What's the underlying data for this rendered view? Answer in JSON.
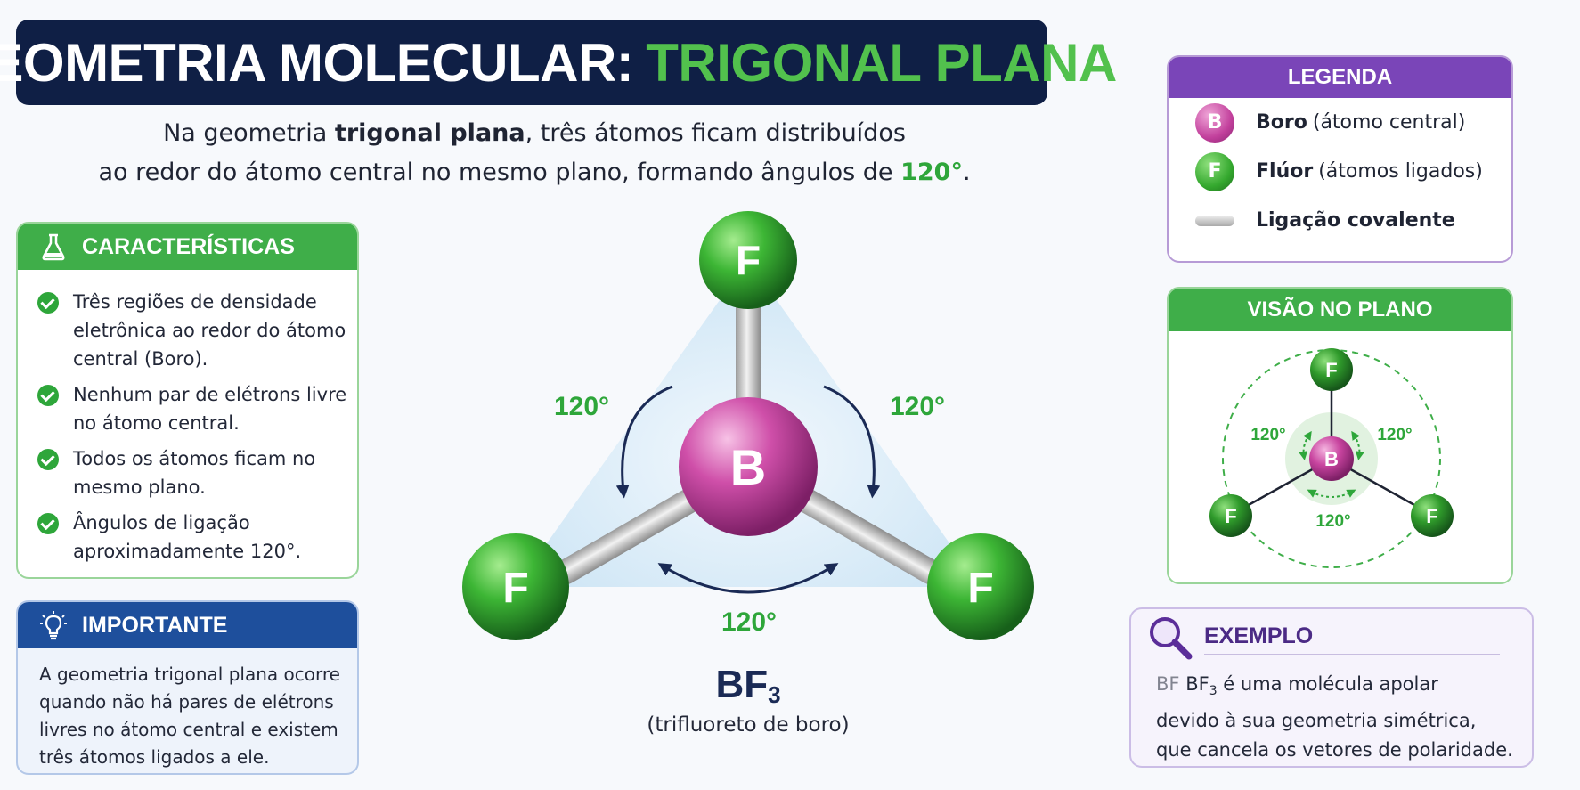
{
  "title": {
    "part1": "GEOMETRIA MOLECULAR:",
    "part2": "TRIGONAL PLANA"
  },
  "intro": {
    "line1_a": "Na geometria ",
    "line1_b": "trigonal plana",
    "line1_c": ", três átomos ficam distribuídos",
    "line2_a": "ao redor do átomo central no mesmo plano, formando ângulos de ",
    "line2_b": "120°",
    "line2_c": "."
  },
  "caracteristicas": {
    "title": "CARACTERÍSTICAS",
    "items": [
      "Três regiões de densidade eletrônica ao redor do átomo central (Boro).",
      "Nenhum par de elétrons livre no átomo central.",
      "Todos os átomos ficam no mesmo plano.",
      "Ângulos de ligação aproximadamente 120°."
    ]
  },
  "importante": {
    "title": "IMPORTANTE",
    "text": "A geometria trigonal plana ocorre quando não há pares de elétrons livres no átomo central e existem três átomos ligados a ele."
  },
  "molecule": {
    "central": "B",
    "ligand": "F",
    "angle_label": "120°",
    "formula_main": "BF",
    "formula_sub": "3",
    "name": "(trifluoreto de boro)"
  },
  "legenda": {
    "title": "LEGENDA",
    "boro_symbol": "B",
    "boro_name": "Boro",
    "boro_desc": "(átomo central)",
    "fluor_symbol": "F",
    "fluor_name": "Flúor",
    "fluor_desc": "(átomos ligados)",
    "bond_label": "Ligação covalente"
  },
  "visao": {
    "title": "VISÃO NO PLANO",
    "central": "B",
    "ligand": "F",
    "angle_label": "120°"
  },
  "exemplo": {
    "title": "EXEMPLO",
    "prefix": "BF",
    "formula_main": "BF",
    "formula_sub": "3",
    "text_rest": " é uma molécula apolar",
    "line2": "devido à sua geometria simétrica,",
    "line3": "que cancela os vetores de polaridade."
  },
  "colors": {
    "navy": "#0f1f45",
    "green": "#3fae49",
    "blue": "#1e4f9c",
    "purple": "#7a45b8",
    "boron": "#c2409c",
    "fluorine": "#34a82e"
  }
}
